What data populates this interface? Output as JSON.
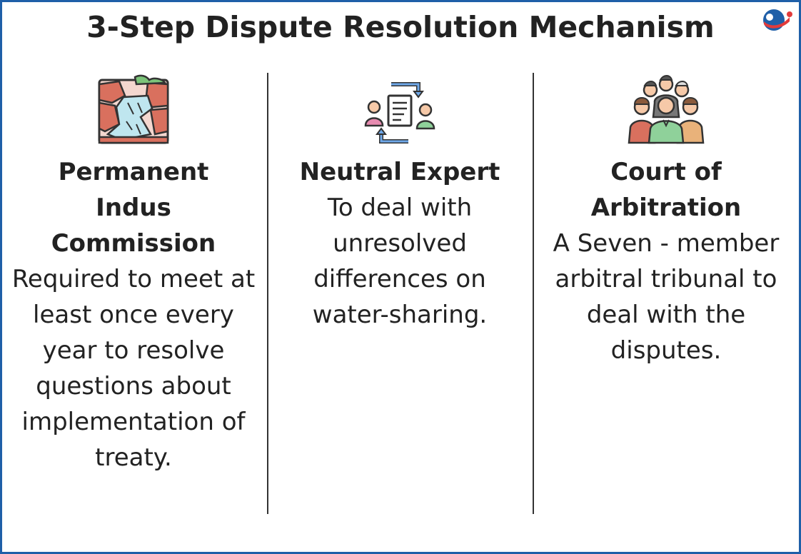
{
  "title": "3-Step Dispute Resolution Mechanism",
  "columns": [
    {
      "icon": "waterfall-icon",
      "heading": "Permanent Indus Commission",
      "body": "Required to meet at least once every year to resolve questions about implementation of treaty."
    },
    {
      "icon": "expert-exchange-icon",
      "heading": "Neutral Expert",
      "body": "To deal with unresolved differences on water-sharing."
    },
    {
      "icon": "group-of-people-icon",
      "heading": "Court of Arbitration",
      "body": "A Seven - member arbitral tribunal to deal with the disputes."
    }
  ],
  "colors": {
    "border": "#1f5fa8",
    "text": "#222222",
    "logo_blue": "#1f5fa8",
    "logo_red": "#e23b3b"
  }
}
